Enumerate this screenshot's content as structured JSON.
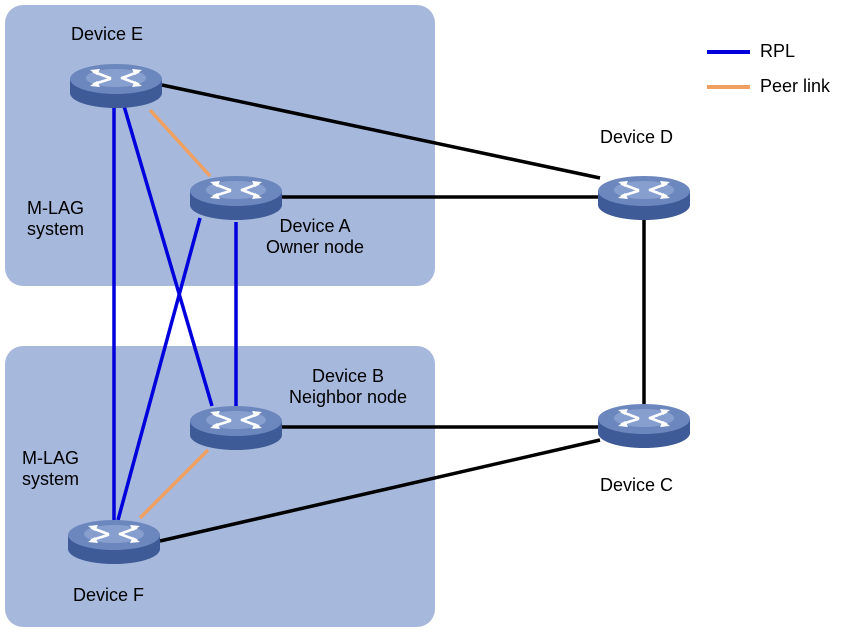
{
  "colors": {
    "group_fill": "#a6b8dc",
    "rpl": "#0000dd",
    "peer_link": "#f0a060",
    "link": "#000000",
    "device_top": "#6c86be",
    "device_side": "#3f5b97"
  },
  "legend": {
    "rpl": "RPL",
    "peer_link": "Peer link"
  },
  "groups": [
    {
      "id": "upper",
      "label_line1": "M-LAG",
      "label_line2": "system"
    },
    {
      "id": "lower",
      "label_line1": "M-LAG",
      "label_line2": "system"
    }
  ],
  "devices": [
    {
      "id": "E",
      "name": "Device E",
      "role": "",
      "icon": "switch-icon"
    },
    {
      "id": "A",
      "name": "Device A",
      "role": "Owner node",
      "icon": "switch-icon"
    },
    {
      "id": "D",
      "name": "Device D",
      "role": "",
      "icon": "switch-icon"
    },
    {
      "id": "B",
      "name": "Device B",
      "role": "Neighbor node",
      "icon": "switch-icon"
    },
    {
      "id": "C",
      "name": "Device C",
      "role": "",
      "icon": "switch-icon"
    },
    {
      "id": "F",
      "name": "Device F",
      "role": "",
      "icon": "switch-icon"
    }
  ],
  "links": [
    {
      "from": "E",
      "to": "D",
      "type": "link"
    },
    {
      "from": "A",
      "to": "D",
      "type": "link"
    },
    {
      "from": "D",
      "to": "C",
      "type": "link"
    },
    {
      "from": "B",
      "to": "C",
      "type": "link"
    },
    {
      "from": "F",
      "to": "C",
      "type": "link"
    },
    {
      "from": "E",
      "to": "A",
      "type": "peer_link"
    },
    {
      "from": "B",
      "to": "F",
      "type": "peer_link"
    },
    {
      "from": "E",
      "to": "F",
      "type": "rpl"
    },
    {
      "from": "E",
      "to": "B",
      "type": "rpl"
    },
    {
      "from": "A",
      "to": "F",
      "type": "rpl"
    },
    {
      "from": "A",
      "to": "B",
      "type": "rpl"
    }
  ]
}
